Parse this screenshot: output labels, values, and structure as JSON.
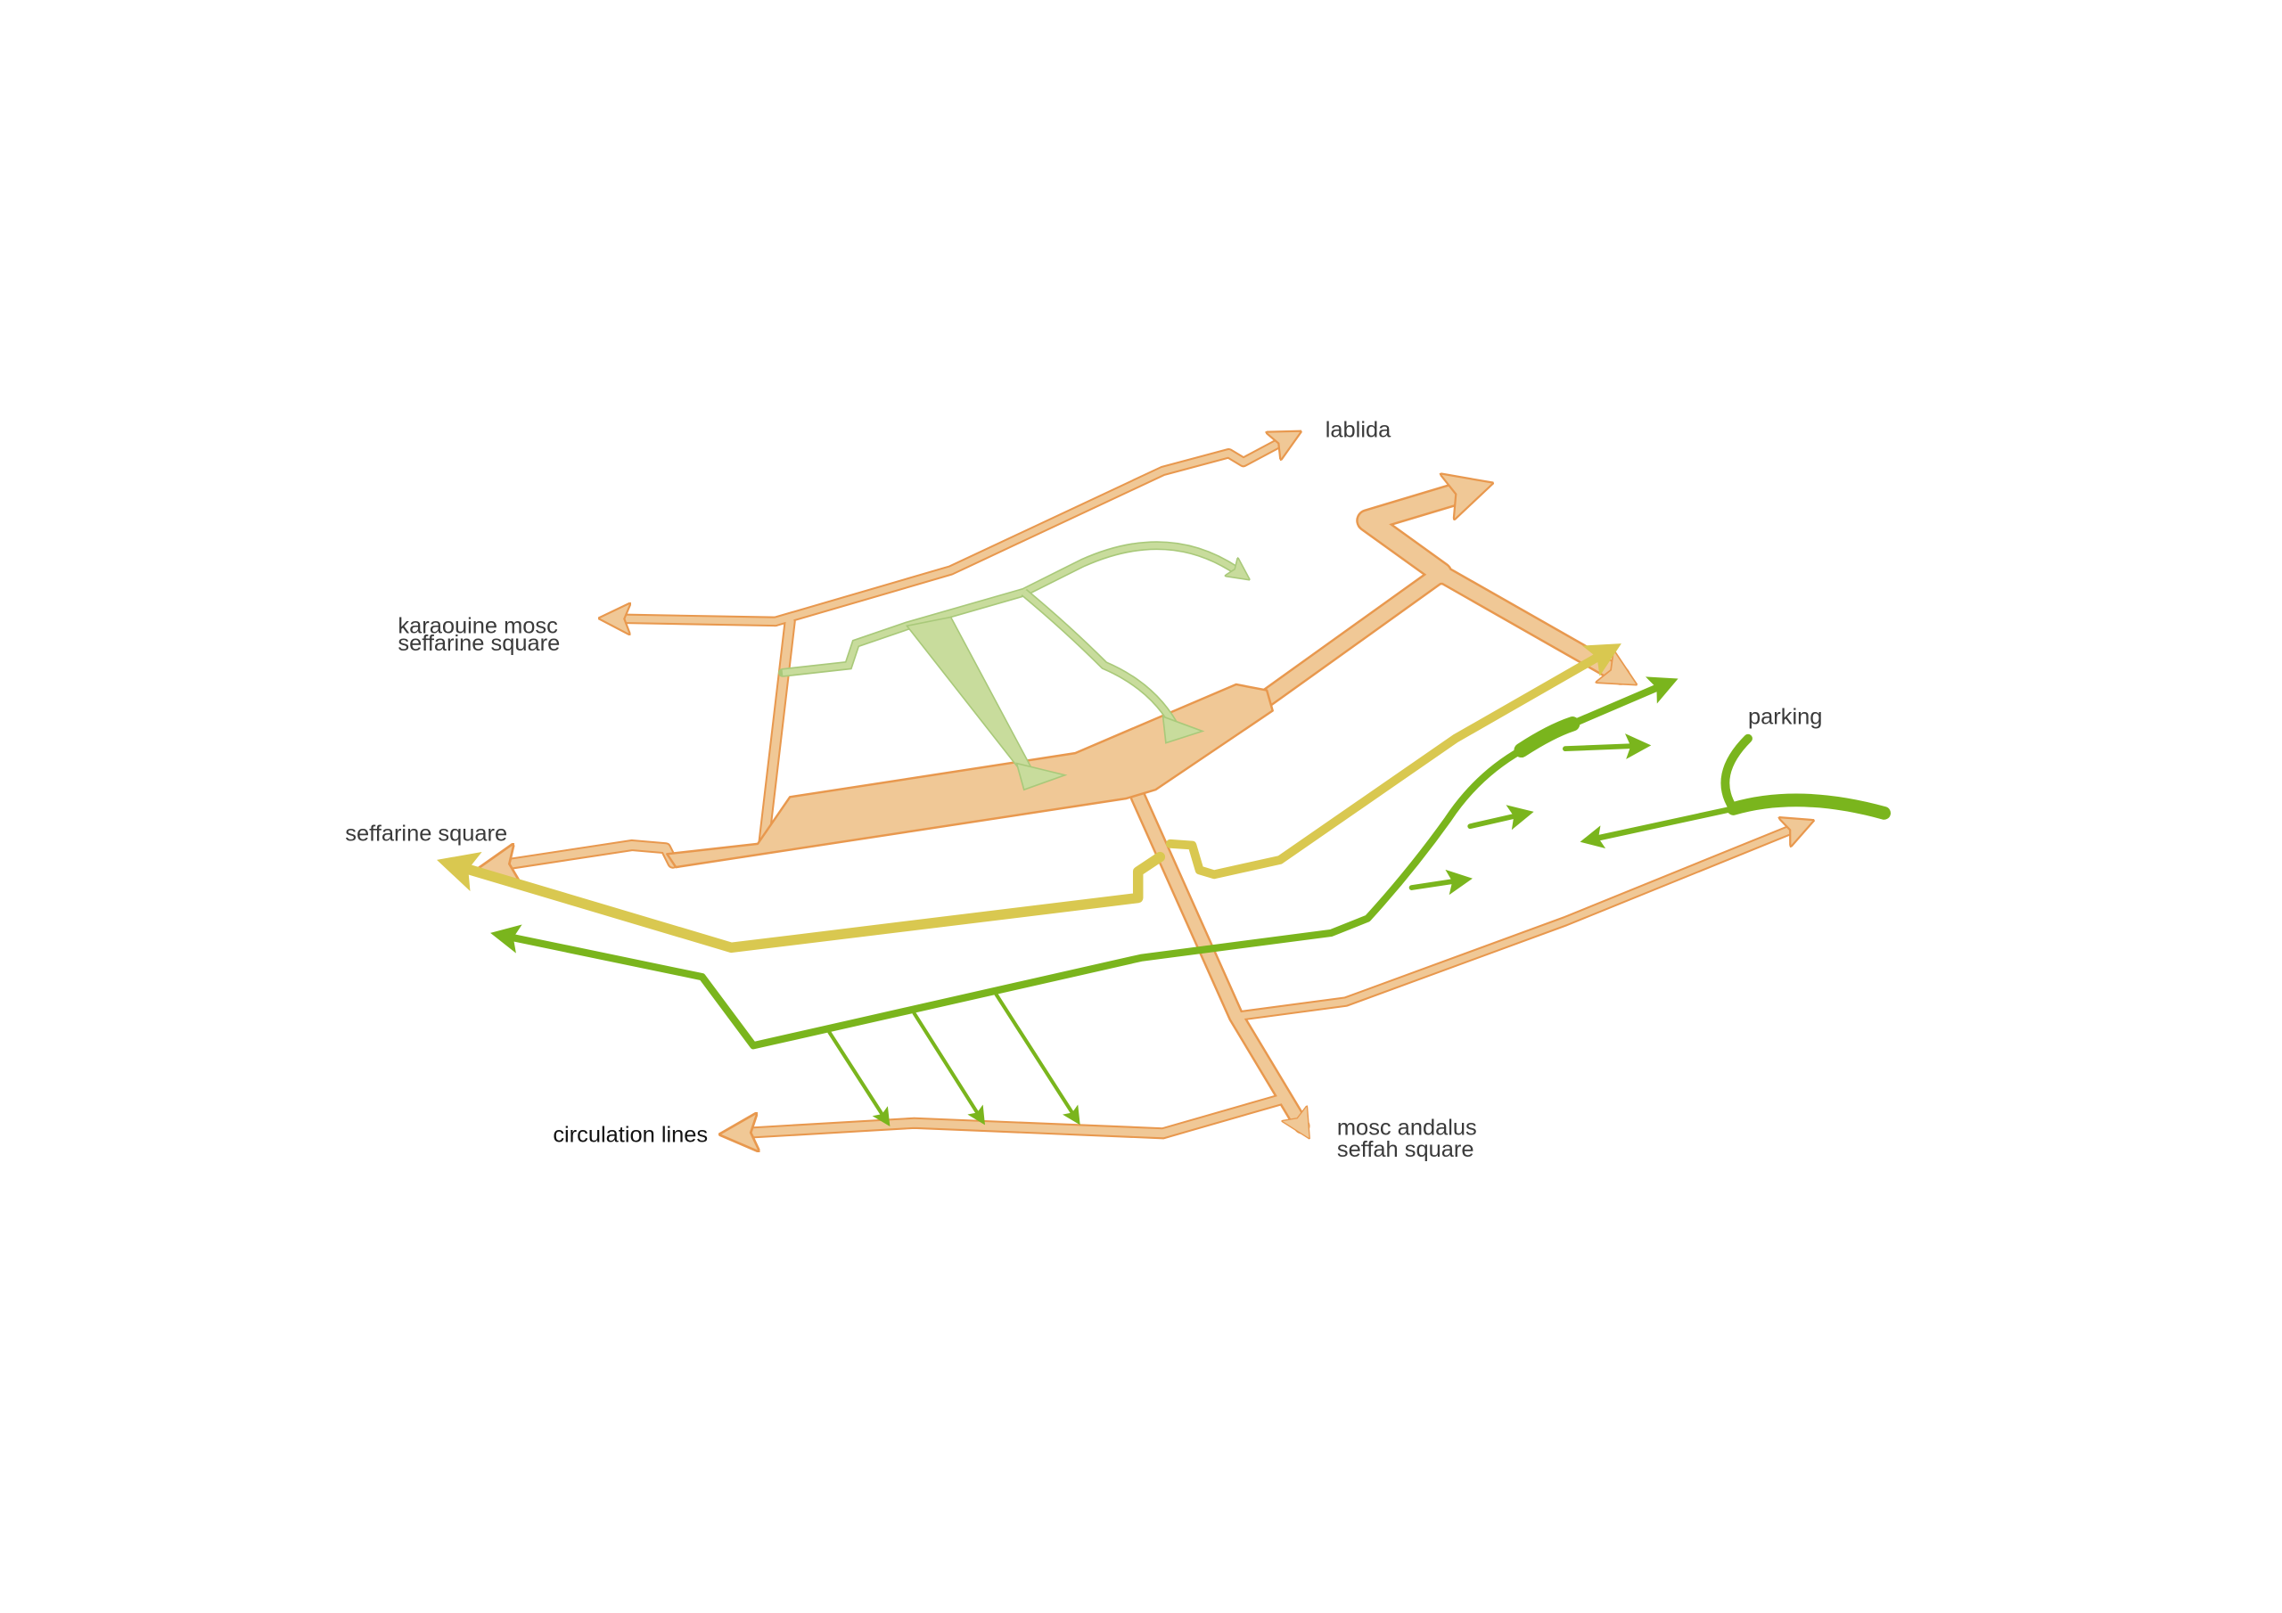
{
  "labels": {
    "lablida": "lablida",
    "karaouine_line1": "karaouine mosc",
    "karaouine_line2": "seffarine square",
    "seffarine": "seffarine square",
    "parking": "parking",
    "andalus_line1": "mosc andalus",
    "andalus_line2": "seffah square",
    "legend": "circulation lines"
  },
  "colors": {
    "orange_fill": "#f0c896",
    "orange_stroke": "#e8984e",
    "light_green": "#c8dc9c",
    "light_green_stroke": "#a9c97a",
    "yellow": "#d9c850",
    "green": "#7ab51d"
  }
}
